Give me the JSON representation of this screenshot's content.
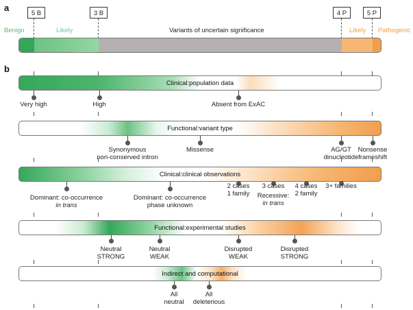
{
  "panel_a": {
    "label": "a",
    "tags": [
      "5 B",
      "3 B",
      "4 P",
      "5 P"
    ],
    "categories": {
      "benign": "Benign",
      "likely_benign": "Likely",
      "vus": "Variants of uncertain significance",
      "likely_pathogenic": "Likely",
      "pathogenic": "Pathogenic"
    },
    "colors": {
      "benign": "#3aaa5c",
      "likely_benign": "#8fd3a0",
      "vus": "#b3b0b0",
      "likely_pathogenic": "#f6b26b",
      "pathogenic": "#f0a050",
      "benign_text": "#5cb86f",
      "pathogenic_text": "#f0a040"
    }
  },
  "panel_b": {
    "label": "b",
    "bars": [
      {
        "title": "Clinical:population data",
        "items": [
          {
            "lines": [
              "Very high"
            ]
          },
          {
            "lines": [
              "High"
            ]
          },
          {
            "lines": [
              "Absent from ExAC"
            ]
          }
        ]
      },
      {
        "title": "Functional:variant type",
        "items": [
          {
            "lines": [
              "Synonymous",
              "non-conserved intron"
            ]
          },
          {
            "lines": [
              "Missense"
            ]
          },
          {
            "lines": [
              "AG/GT",
              "dinucleotide"
            ]
          },
          {
            "lines": [
              "Nonsense",
              "frameshift"
            ]
          }
        ]
      },
      {
        "title": "Clinical:clinical observations",
        "items": [
          {
            "lines": [
              "Dominant: co-occurrence",
              "in trans"
            ]
          },
          {
            "lines": [
              "Dominant: co-occurrence",
              "phase unknown"
            ]
          },
          {
            "lines": [
              "2 cases",
              "1 family"
            ]
          },
          {
            "lines": [
              "3 cases",
              "",
              "Recessive:",
              "in trans"
            ]
          },
          {
            "lines": [
              "4 cases",
              "2 family"
            ]
          },
          {
            "lines": [
              "3+ families"
            ]
          }
        ]
      },
      {
        "title": "Functional:experimental studies",
        "items": [
          {
            "lines": [
              "Neutral",
              "STRONG"
            ]
          },
          {
            "lines": [
              "Neutral",
              "WEAK"
            ]
          },
          {
            "lines": [
              "Disrupted",
              "WEAK"
            ]
          },
          {
            "lines": [
              "Disrupted",
              "STRONG"
            ]
          }
        ]
      },
      {
        "title": "Indirect and computational",
        "items": [
          {
            "lines": [
              "All",
              "neutral"
            ]
          },
          {
            "lines": [
              "All",
              "deleterious"
            ]
          }
        ]
      }
    ]
  }
}
